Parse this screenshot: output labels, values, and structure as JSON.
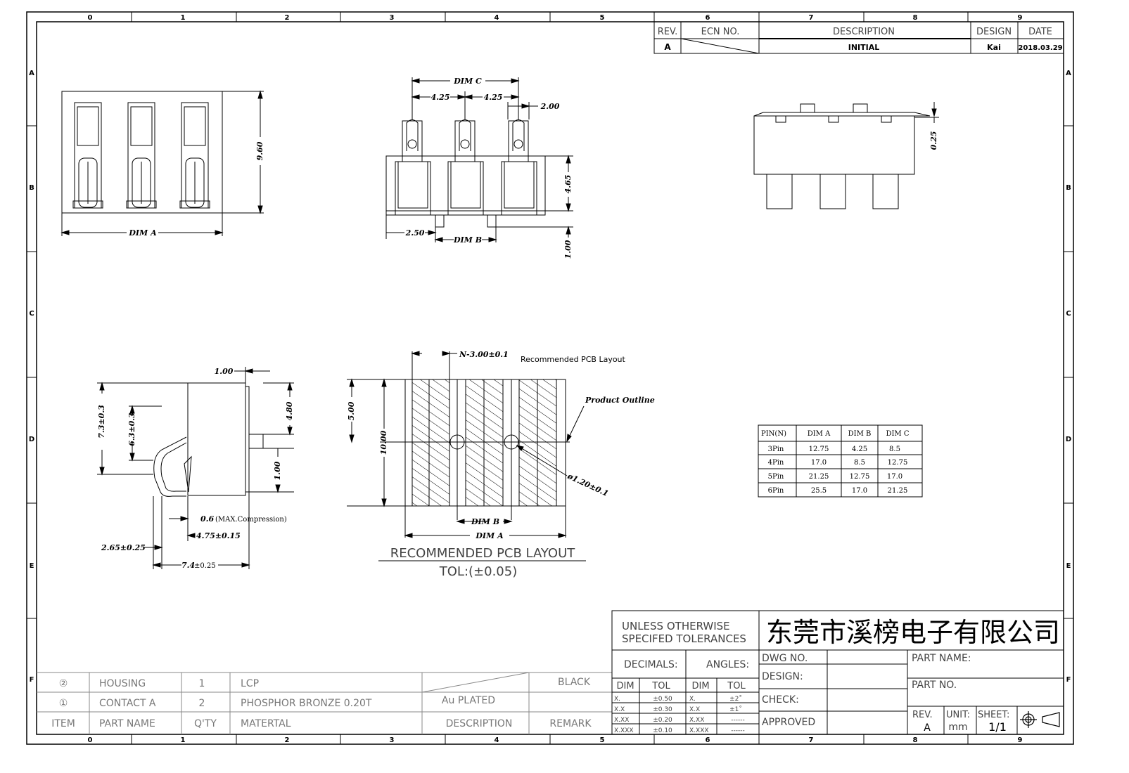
{
  "border": {
    "columns": [
      "0",
      "1",
      "2",
      "3",
      "4",
      "5",
      "6",
      "7",
      "8",
      "9"
    ],
    "rows": [
      "A",
      "B",
      "C",
      "D",
      "E",
      "F"
    ]
  },
  "revision_block": {
    "headers": {
      "rev": "REV.",
      "ecn": "ECN  NO.",
      "description": "DESCRIPTION",
      "design": "DESIGN",
      "date": "DATE"
    },
    "row": {
      "rev": "A",
      "description": "INITIAL",
      "design": "Kai",
      "date": "2018.03.29"
    }
  },
  "top_view": {
    "dim_a": "DIM  A",
    "height": "9.60"
  },
  "front_view": {
    "dim_c": "DIM  C",
    "pitch_1": "4.25",
    "pitch_2": "4.25",
    "width": "2.00",
    "height": "4.65",
    "offset": "2.50",
    "dim_b": "DIM  B",
    "post": "1.00"
  },
  "right_view": {
    "thickness": "0.25"
  },
  "side_view": {
    "top_width": "1.00",
    "h_total": "7.3±0.3",
    "h_spring": "6.3±0.3",
    "h_body": "4.80",
    "post": "1.00",
    "compression": "0.6",
    "compression_note": "(MAX.Compression)",
    "w1": "4.75±0.15",
    "w2": "2.65±0.25",
    "w3": "7.4",
    "w3_tol": "±0.25"
  },
  "pcb_layout": {
    "pad_width": "N-3.00±0.1",
    "note": "Recommended  PCB  Layout",
    "outline": "Product  Outline",
    "half": "5.00",
    "full": "10.00",
    "hole": "ø1.20±0.1",
    "dim_b": "DIM  B",
    "dim_a": "DIM  A",
    "title": "RECOMMENDED  PCB  LAYOUT",
    "tol": "TOL:(±0.05)"
  },
  "pin_table": {
    "headers": [
      "PIN(N)",
      "DIM  A",
      "DIM  B",
      "DIM  C"
    ],
    "rows": [
      [
        "3Pin",
        "12.75",
        "4.25",
        "8.5"
      ],
      [
        "4Pin",
        "17.0",
        "8.5",
        "12.75"
      ],
      [
        "5Pin",
        "21.25",
        "12.75",
        "17.0"
      ],
      [
        "6Pin",
        "25.5",
        "17.0",
        "21.25"
      ]
    ]
  },
  "title_block": {
    "tolerance_note_1": "UNLESS  OTHERWISE",
    "tolerance_note_2": "SPECIFED  TOLERANCES",
    "company": "东莞市溪榜电子有限公司",
    "decimals": "DECIMALS:",
    "angles": "ANGLES:",
    "dim": "DIM",
    "tol": "TOL",
    "dec_rows": [
      [
        "X.",
        "±0.50"
      ],
      [
        "X.X",
        "±0.30"
      ],
      [
        "X.XX",
        "±0.20"
      ],
      [
        "X.XXX",
        "±0.10"
      ]
    ],
    "ang_rows": [
      [
        "X.",
        "±2˚"
      ],
      [
        "X.X",
        "±1˚"
      ],
      [
        "X.XX",
        "------"
      ],
      [
        "X.XXX",
        "------"
      ]
    ],
    "dwg_no": "DWG  NO.",
    "design": "DESIGN:",
    "check": "CHECK:",
    "approved": "APPROVED",
    "part_name": "PART  NAME:",
    "part_no": "PART  NO.",
    "rev_label": "REV.",
    "rev_value": "A",
    "unit_label": "UNIT:",
    "unit_value": "mm",
    "sheet_label": "SHEET:",
    "sheet_value": "1/1"
  },
  "bom": {
    "rows": [
      {
        "item": "②",
        "name": "HOUSING",
        "qty": "1",
        "material": "LCP",
        "description": "",
        "remark": "BLACK"
      },
      {
        "item": "①",
        "name": "CONTACT  A",
        "qty": "2",
        "material": "PHOSPHOR  BRONZE  0.20T",
        "description": "Au  PLATED",
        "remark": ""
      }
    ],
    "header": {
      "item": "ITEM",
      "name": "PART  NAME",
      "qty": "Q'TY",
      "material": "MATERTAL",
      "description": "DESCRIPTION",
      "remark": "REMARK"
    }
  }
}
